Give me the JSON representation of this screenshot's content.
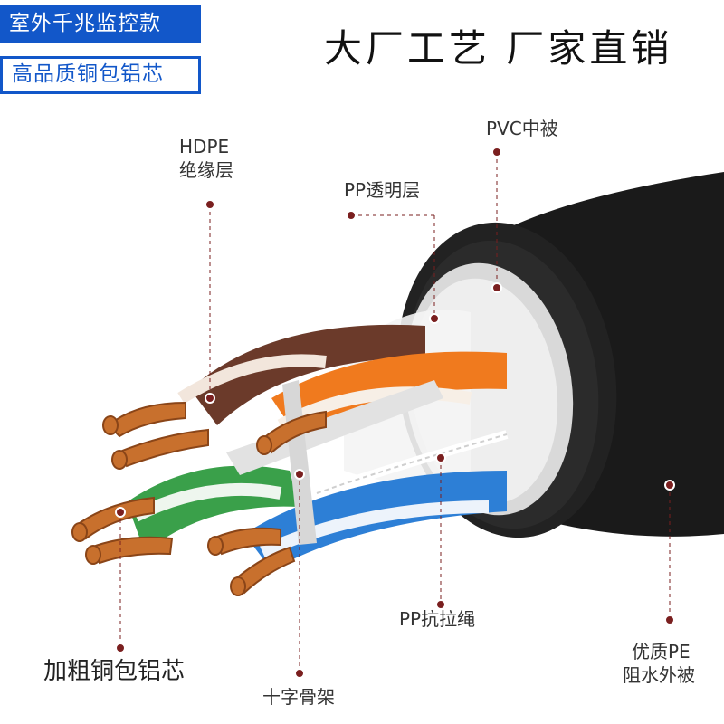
{
  "badges": {
    "top": "室外千兆监控款",
    "bottom": "高品质铜包铝芯"
  },
  "slogan": "大厂工艺 厂家直销",
  "callouts": {
    "hdpe_line1": "HDPE",
    "hdpe_line2": "绝缘层",
    "pp_clear": "PP透明层",
    "pvc": "PVC中被",
    "pp_rope": "PP抗拉绳",
    "pe_line1": "优质PE",
    "pe_line2": "阻水外被",
    "copper": "加粗铜包铝芯",
    "cross": "十字骨架"
  },
  "colors": {
    "badge_blue": "#1257c9",
    "jacket": "#1a1a1a",
    "copper": "#c8702d",
    "pair_brown": "#6b3a2a",
    "pair_orange": "#f07a1e",
    "pair_green": "#3aa04a",
    "pair_blue": "#2d7fd6",
    "guide_dot": "#7a1f1f"
  }
}
